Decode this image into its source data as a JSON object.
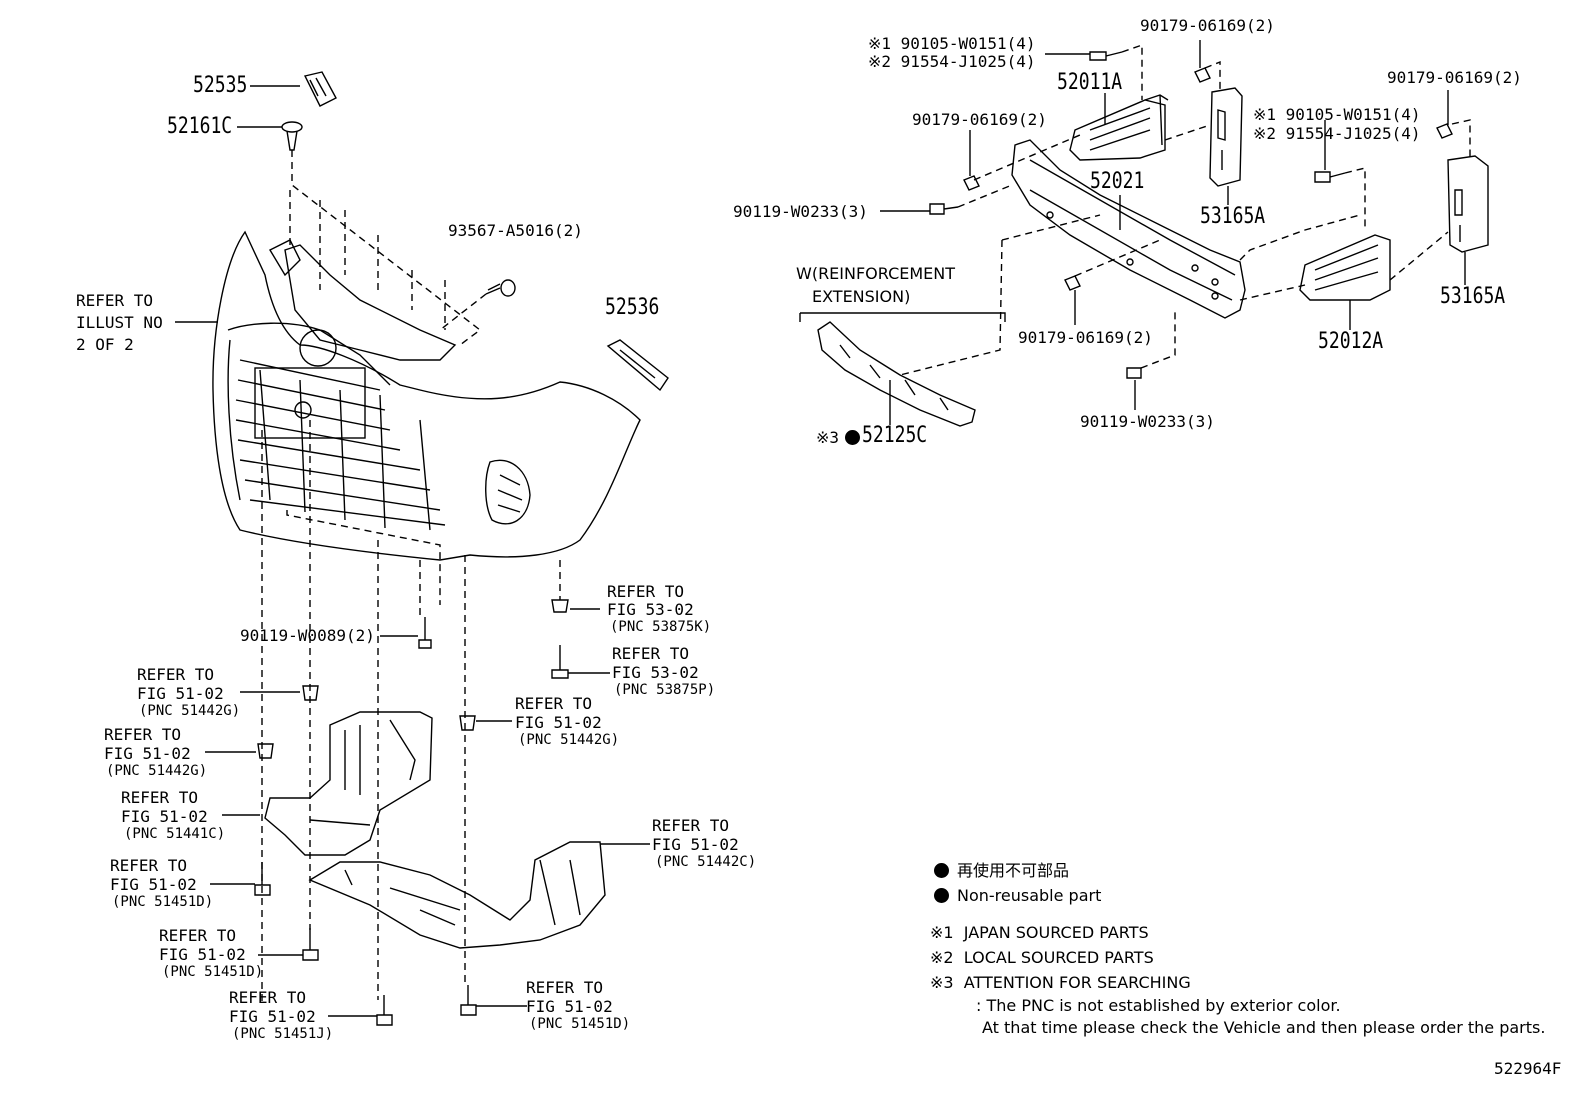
{
  "labels": {
    "p52535": "52535",
    "p52161c": "52161C",
    "p93567": "93567-A5016(2)",
    "p52536": "52536",
    "refer_illust_1": "REFER TO",
    "refer_illust_2": "ILLUST NO",
    "refer_illust_3": "2 OF 2",
    "p90119_w0089": "90119-W0089(2)",
    "r53875k_1": "REFER TO",
    "r53875k_2": "FIG 53-02",
    "r53875k_3": "(PNC 53875K)",
    "r53875p_1": "REFER TO",
    "r53875p_2": "FIG 53-02",
    "r53875p_3": "(PNC 53875P)",
    "r51442g_a_1": "REFER TO",
    "r51442g_a_2": "FIG 51-02",
    "r51442g_a_3": "(PNC 51442G)",
    "r51442g_b_1": "REFER TO",
    "r51442g_b_2": "FIG 51-02",
    "r51442g_b_3": "(PNC 51442G)",
    "r51442g_c_1": "REFER TO",
    "r51442g_c_2": "FIG 51-02",
    "r51442g_c_3": "(PNC 51442G)",
    "r51441c_1": "REFER TO",
    "r51441c_2": "FIG 51-02",
    "r51441c_3": "(PNC 51441C)",
    "r51442c_1": "REFER TO",
    "r51442c_2": "FIG 51-02",
    "r51442c_3": "(PNC 51442C)",
    "r51451d_a_1": "REFER TO",
    "r51451d_a_2": "FIG 51-02",
    "r51451d_a_3": "(PNC 51451D)",
    "r51451d_b_1": "REFER TO",
    "r51451d_b_2": "FIG 51-02",
    "r51451d_b_3": "(PNC 51451D)",
    "r51451j_1": "REFER TO",
    "r51451j_2": "FIG 51-02",
    "r51451j_3": "(PNC 51451J)",
    "r51451d_c_1": "REFER TO",
    "r51451d_c_2": "FIG 51-02",
    "r51451d_c_3": "(PNC 51451D)",
    "bolt_l_1": "※1 90105-W0151(4)",
    "bolt_l_2": "※2 91554-J1025(4)",
    "nut_top": "90179-06169(2)",
    "p52011a": "52011A",
    "nut_left": "90179-06169(2)",
    "p52021": "52021",
    "p53165a_l": "53165A",
    "p90119_w0233_l": "90119-W0233(3)",
    "nut_right": "90179-06169(2)",
    "bolt_r_1": "※1 90105-W0151(4)",
    "bolt_r_2": "※2 91554-J1025(4)",
    "p53165a_r": "53165A",
    "w_ext_1": "W(REINFORCEMENT",
    "w_ext_2": "EXTENSION)",
    "p52125c_prefix": "※3",
    "p52125c": "52125C",
    "p52012a": "52012A",
    "nut_bottom": "90179-06169(2)",
    "p90119_w0233_b": "90119-W0233(3)",
    "figure_id": "522964F"
  },
  "legend": {
    "nonreusable_jp": "再使用不可部品",
    "nonreusable_en": "Non-reusable part",
    "note1": "※1  JAPAN SOURCED PARTS",
    "note2": "※2  LOCAL SOURCED PARTS",
    "note3": "※3  ATTENTION FOR SEARCHING",
    "note3_line1": ": The PNC is not established by exterior color.",
    "note3_line2": "At that time please check the Vehicle and then please order the parts."
  }
}
